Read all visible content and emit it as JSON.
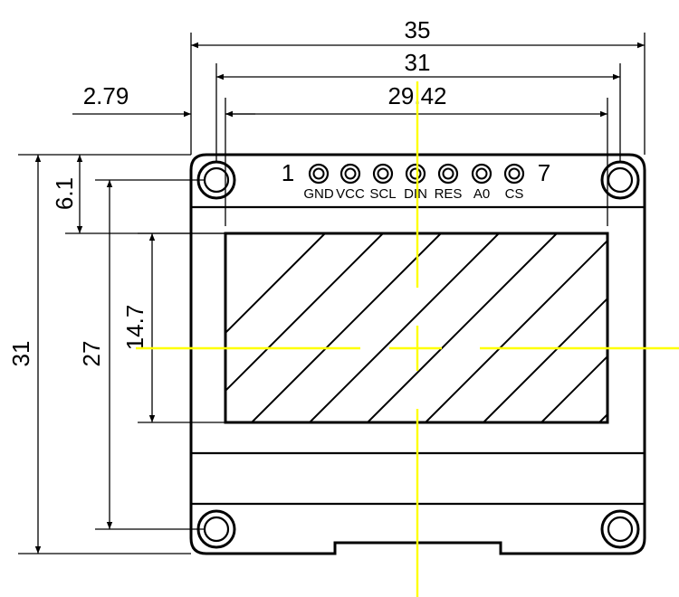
{
  "dimensions": {
    "total_width": "35",
    "hole_spacing_width": "31",
    "display_width": "29.42",
    "left_offset": "2.79",
    "top_offset": "6.1",
    "total_height": "31",
    "hole_spacing_height": "27",
    "display_height": "14.7"
  },
  "pins": {
    "first_number": "1",
    "last_number": "7",
    "labels": [
      "GND",
      "VCC",
      "SCL",
      "DIN",
      "RES",
      "A0",
      "CS"
    ]
  },
  "colors": {
    "centerline": "#ffff00",
    "outline": "#000000",
    "background": "#ffffff"
  }
}
